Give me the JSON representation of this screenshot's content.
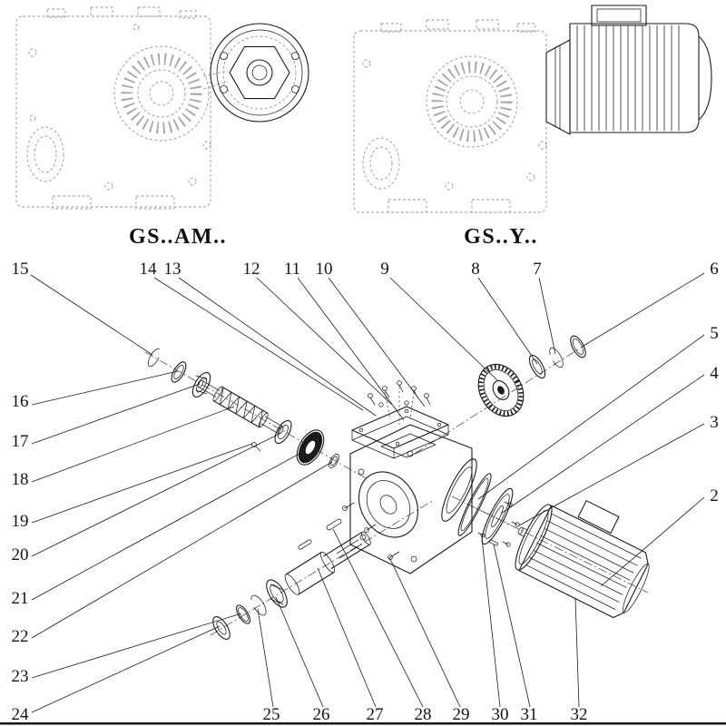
{
  "figure": {
    "variants": [
      {
        "label": "GS..AM.."
      },
      {
        "label": "GS..Y.."
      }
    ]
  },
  "callouts": {
    "c2": "2",
    "c3": "3",
    "c4": "4",
    "c5": "5",
    "c6": "6",
    "c7": "7",
    "c8": "8",
    "c9": "9",
    "c10": "10",
    "c11": "11",
    "c12": "12",
    "c13": "13",
    "c14": "14",
    "c15": "15",
    "c16": "16",
    "c17": "17",
    "c18": "18",
    "c19": "19",
    "c20": "20",
    "c21": "21",
    "c22": "22",
    "c23": "23",
    "c24": "24",
    "c25": "25",
    "c26": "26",
    "c27": "27",
    "c28": "28",
    "c29": "29",
    "c30": "30",
    "c31": "31",
    "c32": "32"
  },
  "colors": {
    "ink": "#1b1b1b",
    "ghost": "#979797"
  }
}
